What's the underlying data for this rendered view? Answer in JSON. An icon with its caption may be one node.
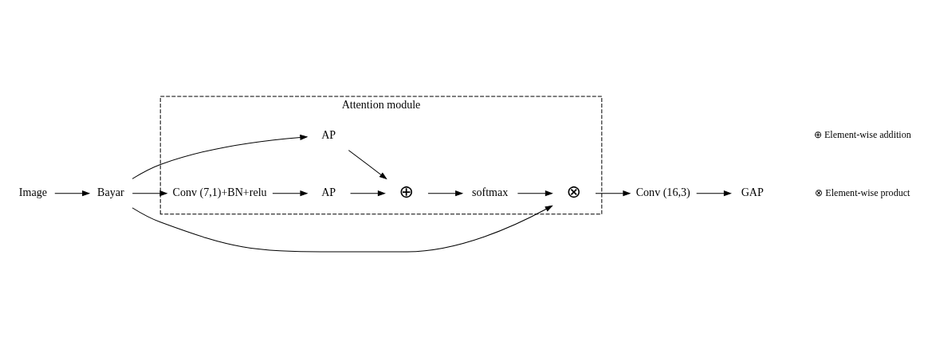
{
  "diagram": {
    "nodes": [
      {
        "text": [
          "Attention module"
        ]
      },
      {
        "text": [
          "Image"
        ]
      },
      {
        "text": [
          "Bayar"
        ]
      },
      {
        "text": [
          "AP"
        ],
        "in": 0
      },
      {
        "text": [
          "Conv (7,1)+BN+relu"
        ],
        "in": 0
      },
      {
        "text": [
          "AP"
        ],
        "in": 0
      },
      {
        "text": [
          "⊕"
        ],
        "in": 0
      },
      {
        "text": [
          "softmax"
        ],
        "in": 0
      },
      {
        "text": [
          "⊗"
        ],
        "in": 0
      },
      {
        "text": [
          "Conv (16,3)"
        ]
      },
      {
        "text": [
          "GAP"
        ]
      }
    ],
    "edges": [
      {
        "from": 1,
        "to": 2,
        "arrow": "to"
      },
      {
        "from": 2,
        "to": 3,
        "arrow": "to"
      },
      {
        "from": 2,
        "to": 4,
        "arrow": "to"
      },
      {
        "from": 2,
        "to": 8,
        "arrow": "to"
      },
      {
        "from": 4,
        "to": 5,
        "arrow": "to"
      },
      {
        "from": 3,
        "to": 6,
        "arrow": "to"
      },
      {
        "from": 5,
        "to": 6,
        "arrow": "to"
      },
      {
        "from": 6,
        "to": 7,
        "arrow": "to"
      },
      {
        "from": 7,
        "to": 8,
        "arrow": "to"
      },
      {
        "from": 8,
        "to": 9,
        "arrow": "to"
      },
      {
        "from": 9,
        "to": 10,
        "arrow": "to"
      }
    ],
    "legend": [
      {
        "text": "⊕ Element-wise addition"
      },
      {
        "text": "⊗ Element-wise product"
      }
    ]
  }
}
